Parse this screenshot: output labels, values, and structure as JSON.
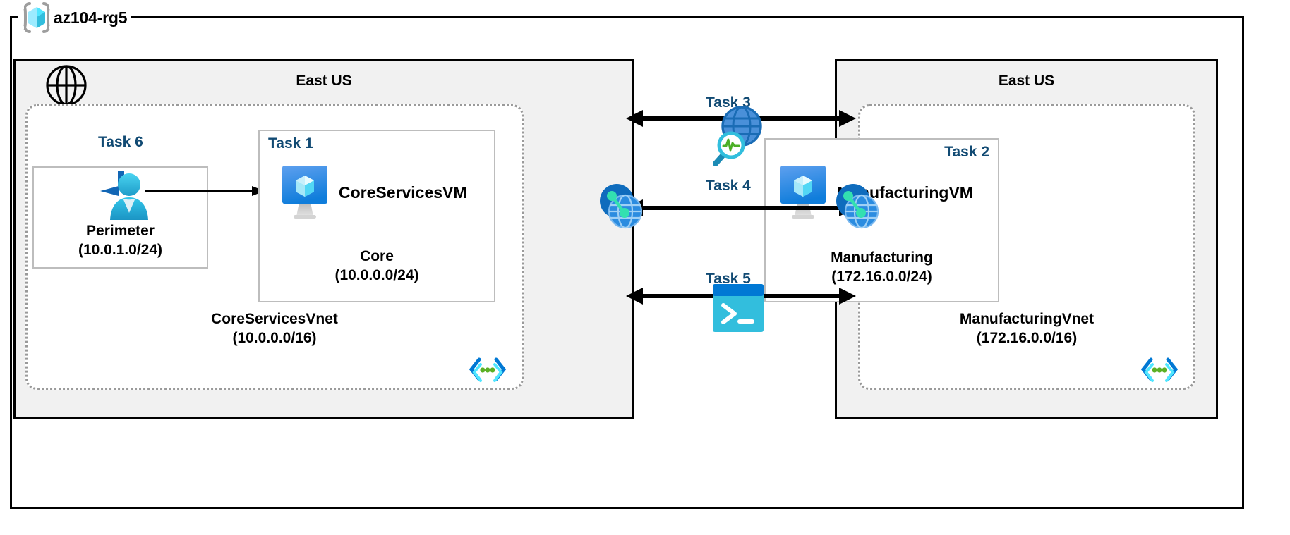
{
  "diagram": {
    "resource_group": {
      "name": "az104-rg5",
      "icon": "resource-group-cube-icon"
    },
    "regions": [
      {
        "id": "left",
        "title": "East US"
      },
      {
        "id": "right",
        "title": "East US"
      }
    ],
    "vnets": [
      {
        "id": "coreservices",
        "name": "CoreServicesVnet",
        "cidr": "(10.0.0.0/16)",
        "icon": "vnet-subnet-brackets-icon"
      },
      {
        "id": "manufacturing",
        "name": "ManufacturingVnet",
        "cidr": "(172.16.0.0/16)",
        "icon": "vnet-subnet-brackets-icon"
      }
    ],
    "subnets": [
      {
        "id": "perimeter",
        "task": "Task 6",
        "name": "Perimeter",
        "cidr": "(10.0.1.0/24)",
        "icon": "user-identity-icon"
      },
      {
        "id": "core",
        "task": "Task 1",
        "name": "Core",
        "cidr": "(10.0.0.0/24)",
        "vm": "CoreServicesVM",
        "icon": "virtual-machine-icon"
      },
      {
        "id": "manufacturing",
        "task": "Task 2",
        "name": "Manufacturing",
        "cidr": "(172.16.0.0/24)",
        "vm": "ManufacturingVM",
        "icon": "virtual-machine-icon"
      }
    ],
    "connectors": [
      {
        "id": "task3",
        "label": "Task 3",
        "icon": "network-watcher-icon"
      },
      {
        "id": "task4",
        "label": "Task 4",
        "icon": "vnet-peering-icon"
      },
      {
        "id": "task5",
        "label": "Task 5",
        "icon": "cloud-shell-terminal-icon"
      }
    ],
    "internet": {
      "icon": "globe-internet-icon"
    },
    "peering_endpoints": [
      {
        "id": "left-peering",
        "icon": "vnet-peering-icon"
      },
      {
        "id": "right-peering",
        "icon": "vnet-peering-icon"
      }
    ],
    "colors": {
      "task_label": "#114a73",
      "region_fill": "#f1f1f1",
      "vnet_border": "#9a9a9a",
      "subnet_border": "#bdbdbd",
      "frame": "#000000",
      "azure_blue": "#0078d4",
      "cyan": "#32bedd",
      "green_dot": "#5cb025"
    }
  }
}
